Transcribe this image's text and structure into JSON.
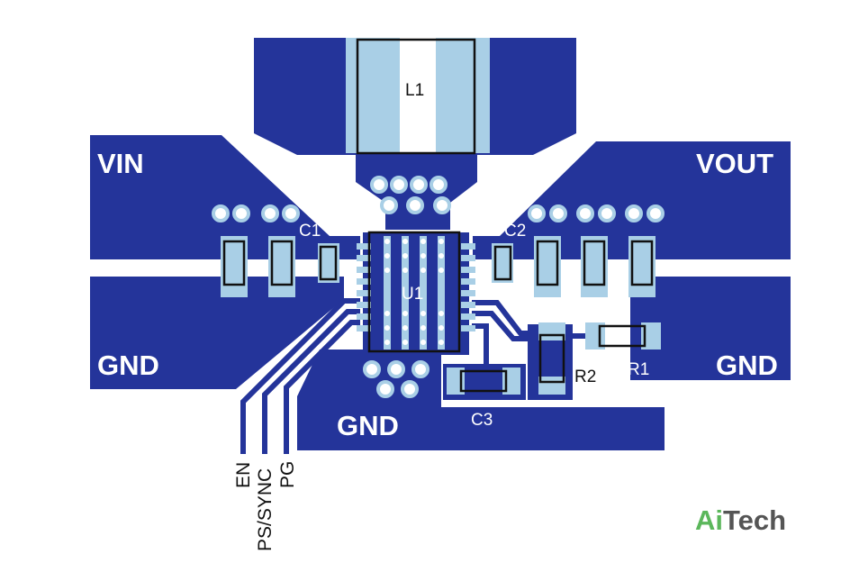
{
  "nets": {
    "vin": "VIN",
    "vout": "VOUT",
    "gnd_left": "GND",
    "gnd_right": "GND",
    "gnd_bottom": "GND"
  },
  "components": {
    "l1": "L1",
    "u1": "U1",
    "c1": "C1",
    "c2": "C2",
    "c3": "C3",
    "r1": "R1",
    "r2": "R2"
  },
  "pins": {
    "en": "EN",
    "ps_sync": "PS/SYNC",
    "pg": "PG"
  },
  "brand": {
    "part1": "Ai",
    "part2": "Tech"
  },
  "colors": {
    "copper": "#24349a",
    "pad": "#a9cfe6",
    "outline": "#111111",
    "board": "#ffffff",
    "brand_green": "#5bb75b",
    "brand_gray": "#555555"
  }
}
